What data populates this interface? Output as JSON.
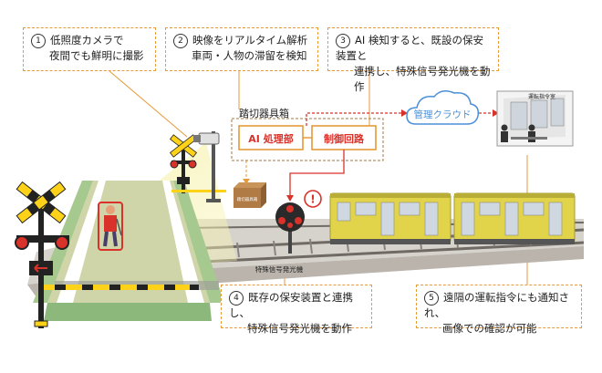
{
  "callouts": {
    "c1": {
      "num": "1",
      "line1": "低照度カメラで",
      "line2": "夜間でも鮮明に撮影"
    },
    "c2": {
      "num": "2",
      "line1": "映像をリアルタイム解析",
      "line2": "車両・人物の滞留を検知"
    },
    "c3": {
      "num": "3",
      "line1": "AI 検知すると、既設の保安装置と",
      "line2": "連携し、特殊信号発光機を動作"
    },
    "c4": {
      "num": "4",
      "line1": "既存の保安装置と連携し、",
      "line2": "特殊信号発光機を動作"
    },
    "c5": {
      "num": "5",
      "line1": "遠隔の運転指令にも通知され、",
      "line2": "画像での確認が可能"
    }
  },
  "labels": {
    "equipment_box": "踏切器具箱",
    "ai_unit": "AI 処理部",
    "control_circuit": "制御回路",
    "cloud": "管理クラウド",
    "control_room": "運転指令室",
    "signal": "特殊信号発光機",
    "crate": "踏切器具箱",
    "alert": "!"
  },
  "colors": {
    "accent_orange": "#e69a3a",
    "alert_red": "#d9322a",
    "cloud_blue": "#4a8fd8",
    "train_yellow": "#e2d44a",
    "rail_gray": "#6f6a64"
  }
}
